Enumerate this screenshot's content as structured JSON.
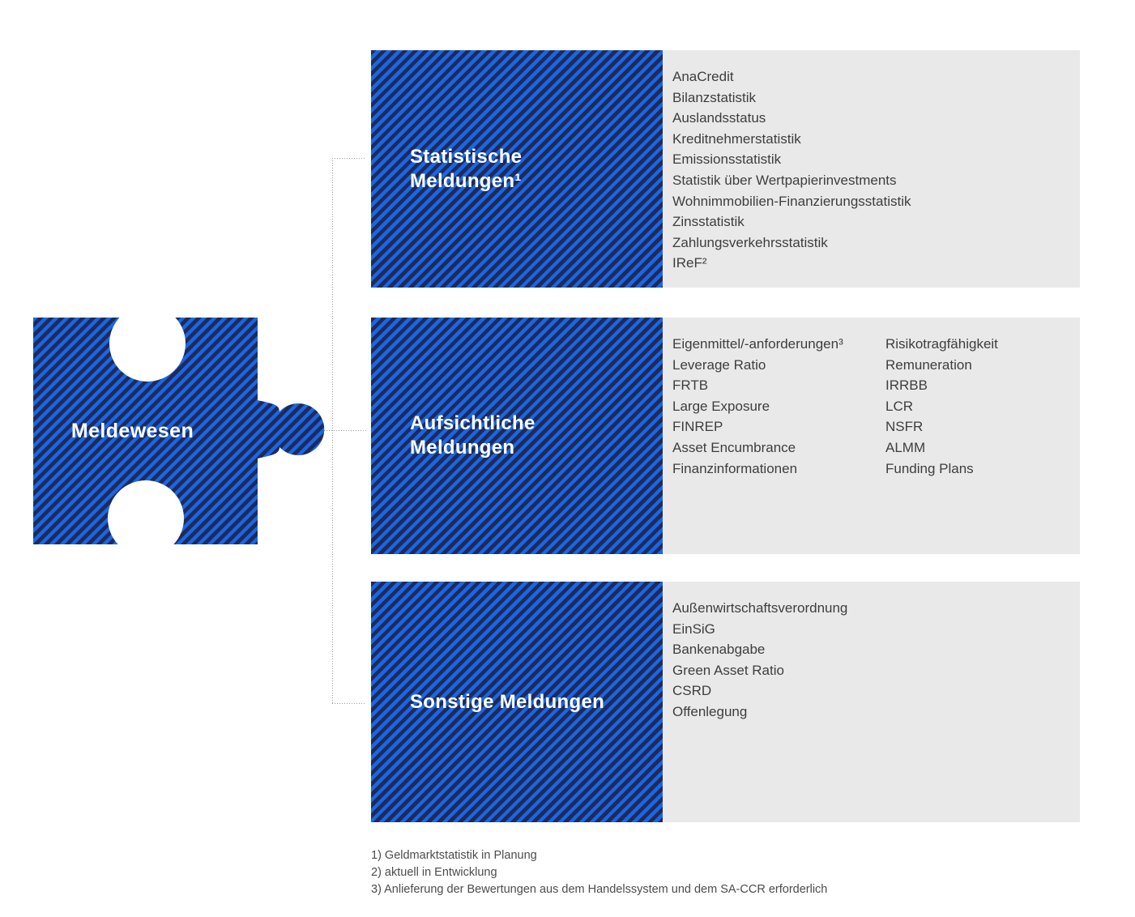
{
  "puzzle": {
    "label": "Meldewesen"
  },
  "sections": [
    {
      "id": "statistische-meldungen",
      "title_lines": [
        "Statistische",
        "Meldungen¹"
      ],
      "items": [
        "AnaCredit",
        "Bilanzstatistik",
        "Auslandsstatus",
        "Kreditnehmerstatistik",
        "Emissionsstatistik",
        "Statistik über Wertpapierinvestments",
        "Wohnimmobilien-Finanzierungsstatistik",
        "Zinsstatistik",
        "Zahlungsverkehrsstatistik",
        "IReF²"
      ]
    },
    {
      "id": "aufsichtliche-meldungen",
      "title_lines": [
        "Aufsichtliche",
        "Meldungen"
      ],
      "items_col1": [
        "Eigenmittel/-anforderungen³",
        "Leverage Ratio",
        "FRTB",
        "Large Exposure",
        "FINREP",
        "Asset Encumbrance",
        "Finanzinformationen"
      ],
      "items_col2": [
        "Risikotragfähigkeit",
        "Remuneration",
        "IRRBB",
        "LCR",
        "NSFR",
        "ALMM",
        "Funding Plans"
      ]
    },
    {
      "id": "sonstige-meldungen",
      "title_lines": [
        "Sonstige Meldungen"
      ],
      "items": [
        "Außenwirtschaftsverordnung",
        "EinSiG",
        "Bankenabgabe",
        "Green Asset Ratio",
        "CSRD",
        "Offenlegung"
      ]
    }
  ],
  "footnotes": [
    "1) Geldmarktstatistik in Planung",
    "2) aktuell in Entwicklung",
    "3) Anlieferung der Bewertungen aus dem Handelssystem und dem SA-CCR erforderlich"
  ],
  "colors": {
    "stripe_blue": "#1567ec",
    "stripe_navy": "#232a52",
    "panel_grey": "#e9e9e9",
    "list_text": "#3e3e3e",
    "connector_grey": "#9b9b9b",
    "title_white": "#ffffff"
  }
}
